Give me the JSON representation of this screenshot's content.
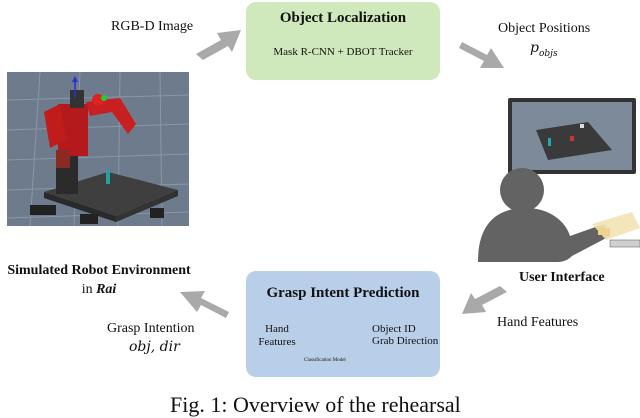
{
  "localization": {
    "title": "Object Localization",
    "subtitle": "Mask R-CNN + DBOT Tracker"
  },
  "grasp_prediction": {
    "title": "Grasp Intent Prediction",
    "input_label_1": "Hand",
    "input_label_2": "Features",
    "output_1": "Object ID",
    "output_2": "Grab Direction",
    "model_caption": "Classification Model"
  },
  "labels": {
    "rgbd": "RGB-D Image",
    "object_positions": "Object Positions",
    "object_positions_symbol": "p",
    "object_positions_sub": "objs",
    "user_interface": "User Interface",
    "hand_features": "Hand Features",
    "grasp_intention": "Grasp Intention",
    "grasp_intention_symbol": "obj, dir",
    "sim_env_line1": "Simulated Robot Environment",
    "sim_env_line2_prefix": "in ",
    "sim_env_line2_name": "Rai"
  },
  "caption": "Fig. 1: Overview of the rehearsal"
}
